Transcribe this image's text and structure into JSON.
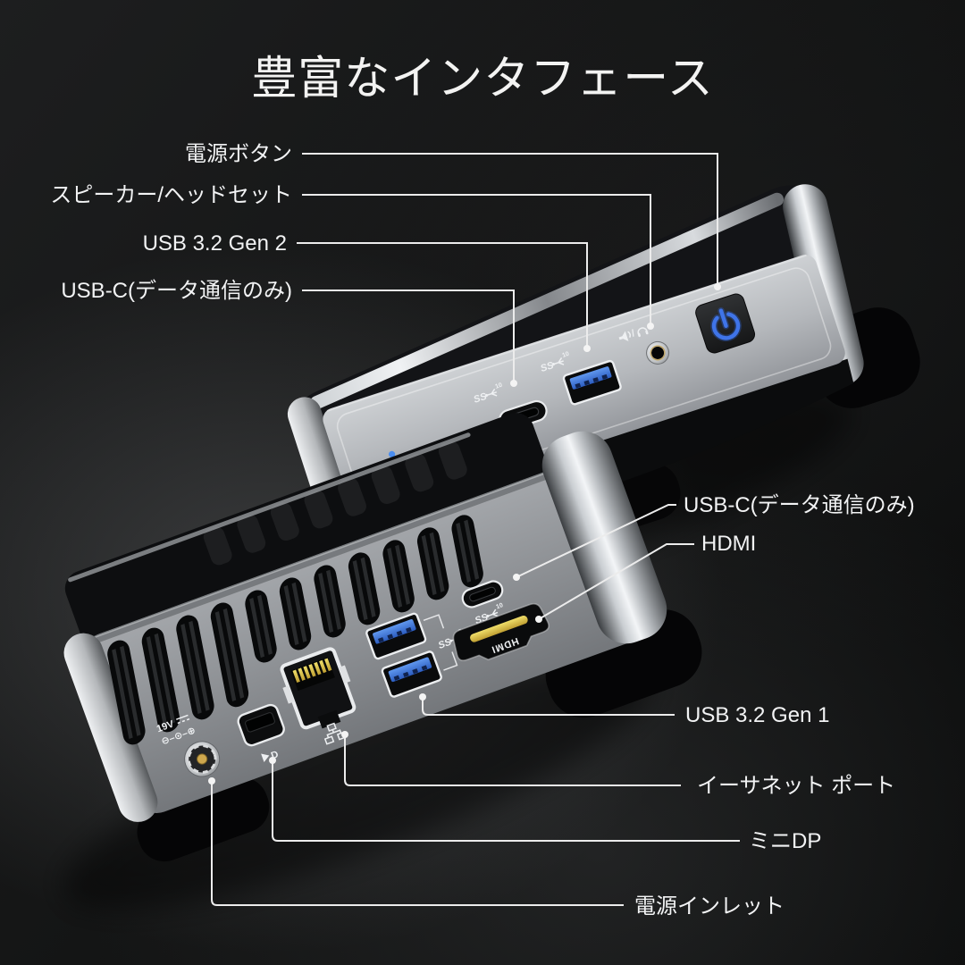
{
  "title": "豊富なインタフェース",
  "labels": {
    "power_button": "電源ボタン",
    "headset": "スピーカー/ヘッドセット",
    "usb_gen2": "USB 3.2 Gen 2",
    "usbc_front": "USB-C(データ通信のみ)",
    "usbc_rear": "USB-C(データ通信のみ)",
    "hdmi": "HDMI",
    "usb_gen1": "USB 3.2 Gen 1",
    "ethernet": "イーサネット ポート",
    "mini_dp": "ミニDP",
    "power_inlet": "電源インレット"
  },
  "markings": {
    "ss": "SS",
    "ss10_sup": "10",
    "ss5_sup": "5",
    "power_voltage": "19V",
    "polarity": "⊖–⊙–⊕",
    "dp_logo": "D",
    "hdmi_print": "HDMI"
  },
  "colors": {
    "background_dark": "#121314",
    "label_text": "#f2f3f4",
    "leader_line": "#ececec",
    "power_glyph_blue": "#2e63d8",
    "usb_tongue_blue": "#2f63c8",
    "hdmi_gold": "#d9bf45",
    "led_blue": "#4a8df0",
    "body_silver": "#b7babd"
  }
}
